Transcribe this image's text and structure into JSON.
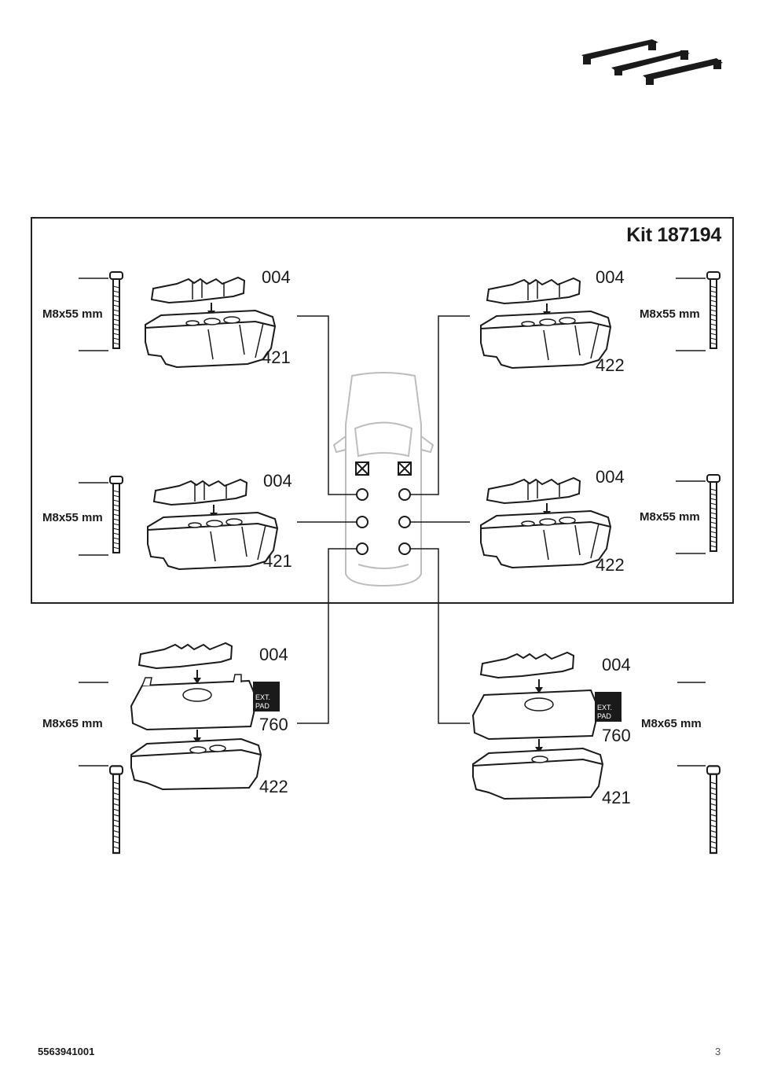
{
  "kit": {
    "title": "Kit 187194"
  },
  "front_left": {
    "bolt": "M8x55 mm",
    "top_part": "004",
    "base_part": "421"
  },
  "front_right": {
    "bolt": "M8x55 mm",
    "top_part": "004",
    "base_part": "422"
  },
  "mid_left": {
    "bolt": "M8x55 mm",
    "top_part": "004",
    "base_part": "421"
  },
  "mid_right": {
    "bolt": "M8x55 mm",
    "top_part": "004",
    "base_part": "422"
  },
  "rear_left": {
    "bolt": "M8x65 mm",
    "top_part": "004",
    "pad_part": "760",
    "base_part": "422",
    "pad_label_line1": "EXT.",
    "pad_label_line2": "PAD"
  },
  "rear_right": {
    "bolt": "M8x65 mm",
    "top_part": "004",
    "pad_part": "760",
    "base_part": "421",
    "pad_label_line1": "EXT.",
    "pad_label_line2": "PAD"
  },
  "footer": {
    "doc_number": "5563941001",
    "page_number": "3"
  },
  "colors": {
    "ink": "#1a1a1a",
    "car_outline": "#bdbdbd",
    "frame": "#222222"
  },
  "icons": {
    "header": "roof-rack-bars-icon",
    "vehicle": "car-top-view-icon"
  }
}
